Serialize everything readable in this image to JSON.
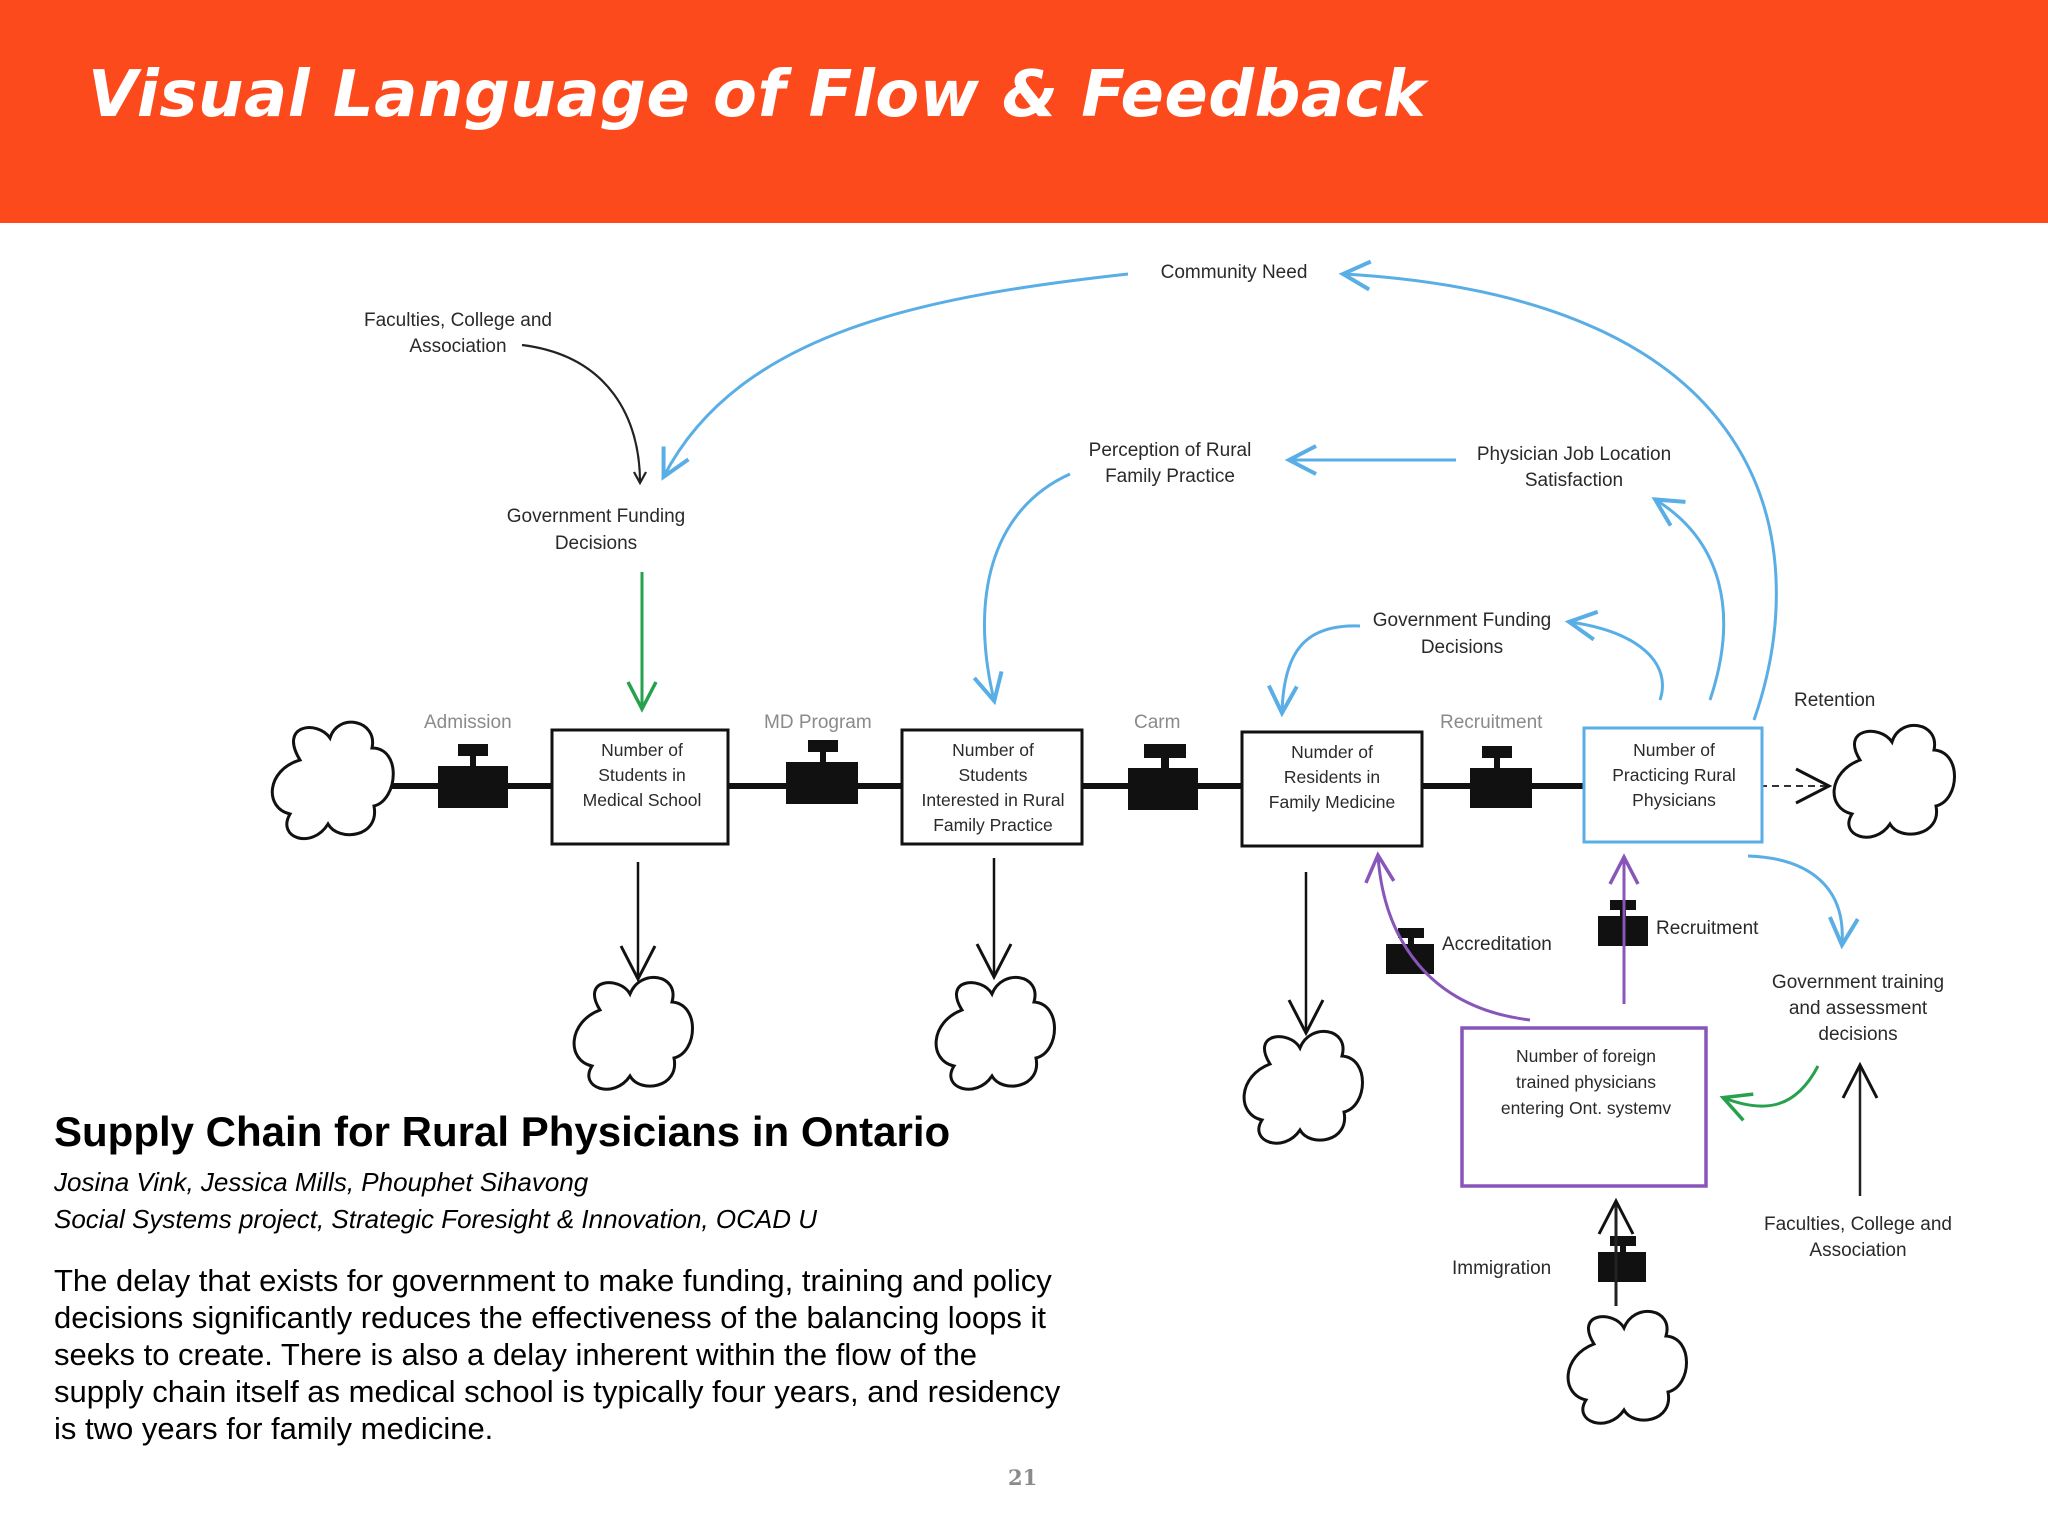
{
  "header": {
    "title": "Visual Language of Flow & Feedback"
  },
  "colors": {
    "header_bg": "#fd4a1d",
    "feedback": "#5aaee6",
    "funding": "#27a14e",
    "foreign": "#8855bb",
    "stock": "#000000"
  },
  "diagram": {
    "flow_labels": {
      "admission": "Admission",
      "md_program": "MD Program",
      "carm": "Carm",
      "recruitment": "Recruitment"
    },
    "stocks": {
      "medical_school": [
        "Number of",
        "Students in",
        "Medical School"
      ],
      "interested_rural": [
        "Number of",
        "Students",
        "Interested in Rural",
        "Family Practice"
      ],
      "residents": [
        "Numder of",
        "Residents in",
        "Family Medicine"
      ],
      "practicing": [
        "Number of",
        "Practicing Rural",
        "Physicians"
      ],
      "foreign": [
        "Number of foreign",
        "trained physicians",
        "entering Ont. systemv"
      ]
    },
    "labels": {
      "community_need": "Community Need",
      "faculties_top": [
        "Faculties, College and",
        "Association"
      ],
      "gov_funding_left": [
        "Government Funding",
        "Decisions"
      ],
      "perception": [
        "Perception of Rural",
        "Family Practice"
      ],
      "job_satisfaction": [
        "Physician Job Location",
        "Satisfaction"
      ],
      "gov_funding_right": [
        "Government Funding",
        "Decisions"
      ],
      "retention": "Retention",
      "accreditation": "Accreditation",
      "recruitment_lower": "Recruitment",
      "gov_training": [
        "Government training",
        "and assessment",
        "decisions"
      ],
      "immigration": "Immigration",
      "faculties_bottom": [
        "Faculties, College and",
        "Association"
      ]
    }
  },
  "caption": {
    "title": "Supply Chain for Rural Physicians in Ontario",
    "authors": "Josina Vink, Jessica Mills, Phouphet Sihavong",
    "project": "Social Systems project, Strategic Foresight & Innovation, OCAD U",
    "body": "The delay that exists for government to make funding, training and policy decisions significantly reduces the effectiveness of the balancing loops it seeks to create.  There is also a delay inherent within the flow of the supply chain itself as medical school is typically four years, and residency is two years for family medicine."
  },
  "page_number": "21"
}
